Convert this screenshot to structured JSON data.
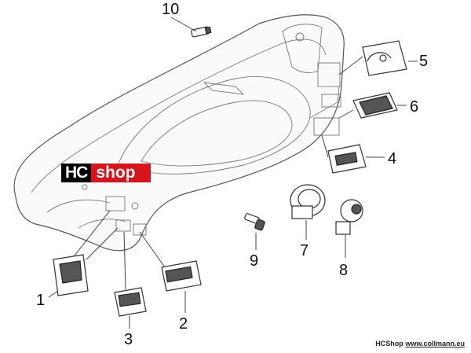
{
  "logo": {
    "left": "HC",
    "right": "shop"
  },
  "footer": {
    "brand": "HCShop",
    "site": "www.collmann.eu"
  },
  "callouts": [
    {
      "id": "1",
      "label": "1"
    },
    {
      "id": "2",
      "label": "2"
    },
    {
      "id": "3",
      "label": "3"
    },
    {
      "id": "4",
      "label": "4"
    },
    {
      "id": "5",
      "label": "5"
    },
    {
      "id": "6",
      "label": "6"
    },
    {
      "id": "7",
      "label": "7"
    },
    {
      "id": "8",
      "label": "8"
    },
    {
      "id": "9",
      "label": "9"
    },
    {
      "id": "10",
      "label": "10"
    }
  ],
  "colors": {
    "logo_dark": "#000000",
    "logo_red": "#d8131b",
    "line": "#444444"
  }
}
